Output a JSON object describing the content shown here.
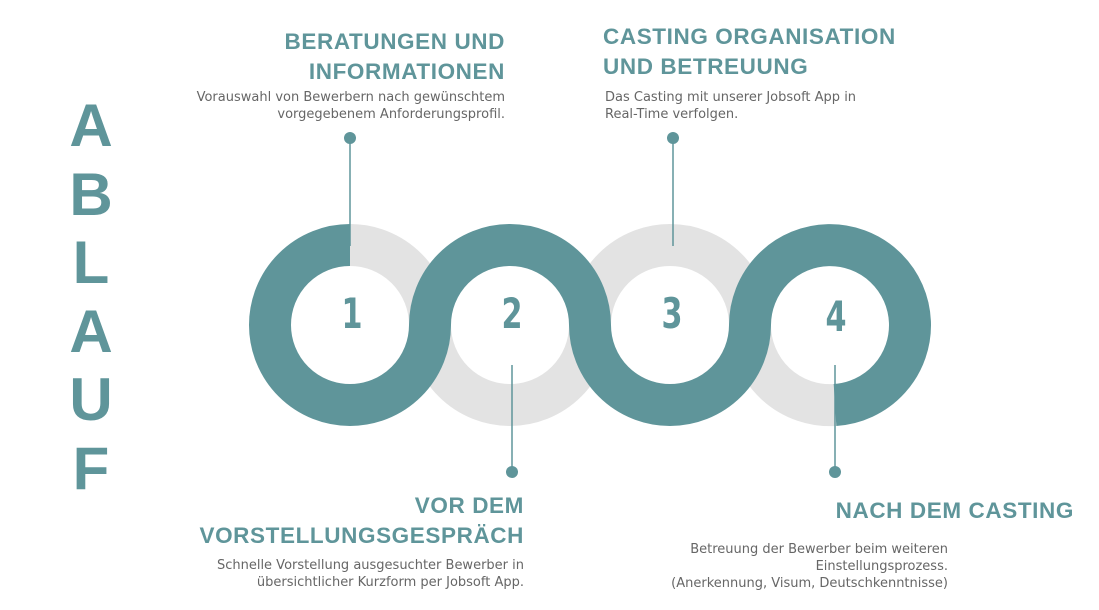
{
  "title": [
    "A",
    "B",
    "L",
    "A",
    "U",
    "F"
  ],
  "colors": {
    "accent": "#5f959a",
    "grey_ring": "#e3e3e3",
    "text": "#666666"
  },
  "steps": [
    {
      "number": "1",
      "heading_lines": [
        "BERATUNGEN UND",
        "INFORMATIONEN"
      ],
      "description_lines": [
        "Vorauswahl von Bewerbern nach gewünschtem",
        "vorgegebenem Anforderungsprofil."
      ]
    },
    {
      "number": "2",
      "heading_lines": [
        "VOR DEM",
        "VORSTELLUNGSGESPRÄCH"
      ],
      "description_lines": [
        "Schnelle Vorstellung ausgesuchter Bewerber in",
        "übersichtlicher Kurzform per Jobsoft App."
      ]
    },
    {
      "number": "3",
      "heading_lines": [
        "CASTING ORGANISATION",
        "UND BETREUUNG"
      ],
      "description_lines": [
        "Das Casting mit unserer Jobsoft App in",
        "Real-Time verfolgen."
      ]
    },
    {
      "number": "4",
      "heading_lines": [
        "NACH DEM CASTING"
      ],
      "description_lines": [
        "Betreuung der Bewerber beim weiteren",
        "Einstellungsprozess.",
        "(Anerkennung, Visum, Deutschkenntnisse)"
      ]
    }
  ]
}
